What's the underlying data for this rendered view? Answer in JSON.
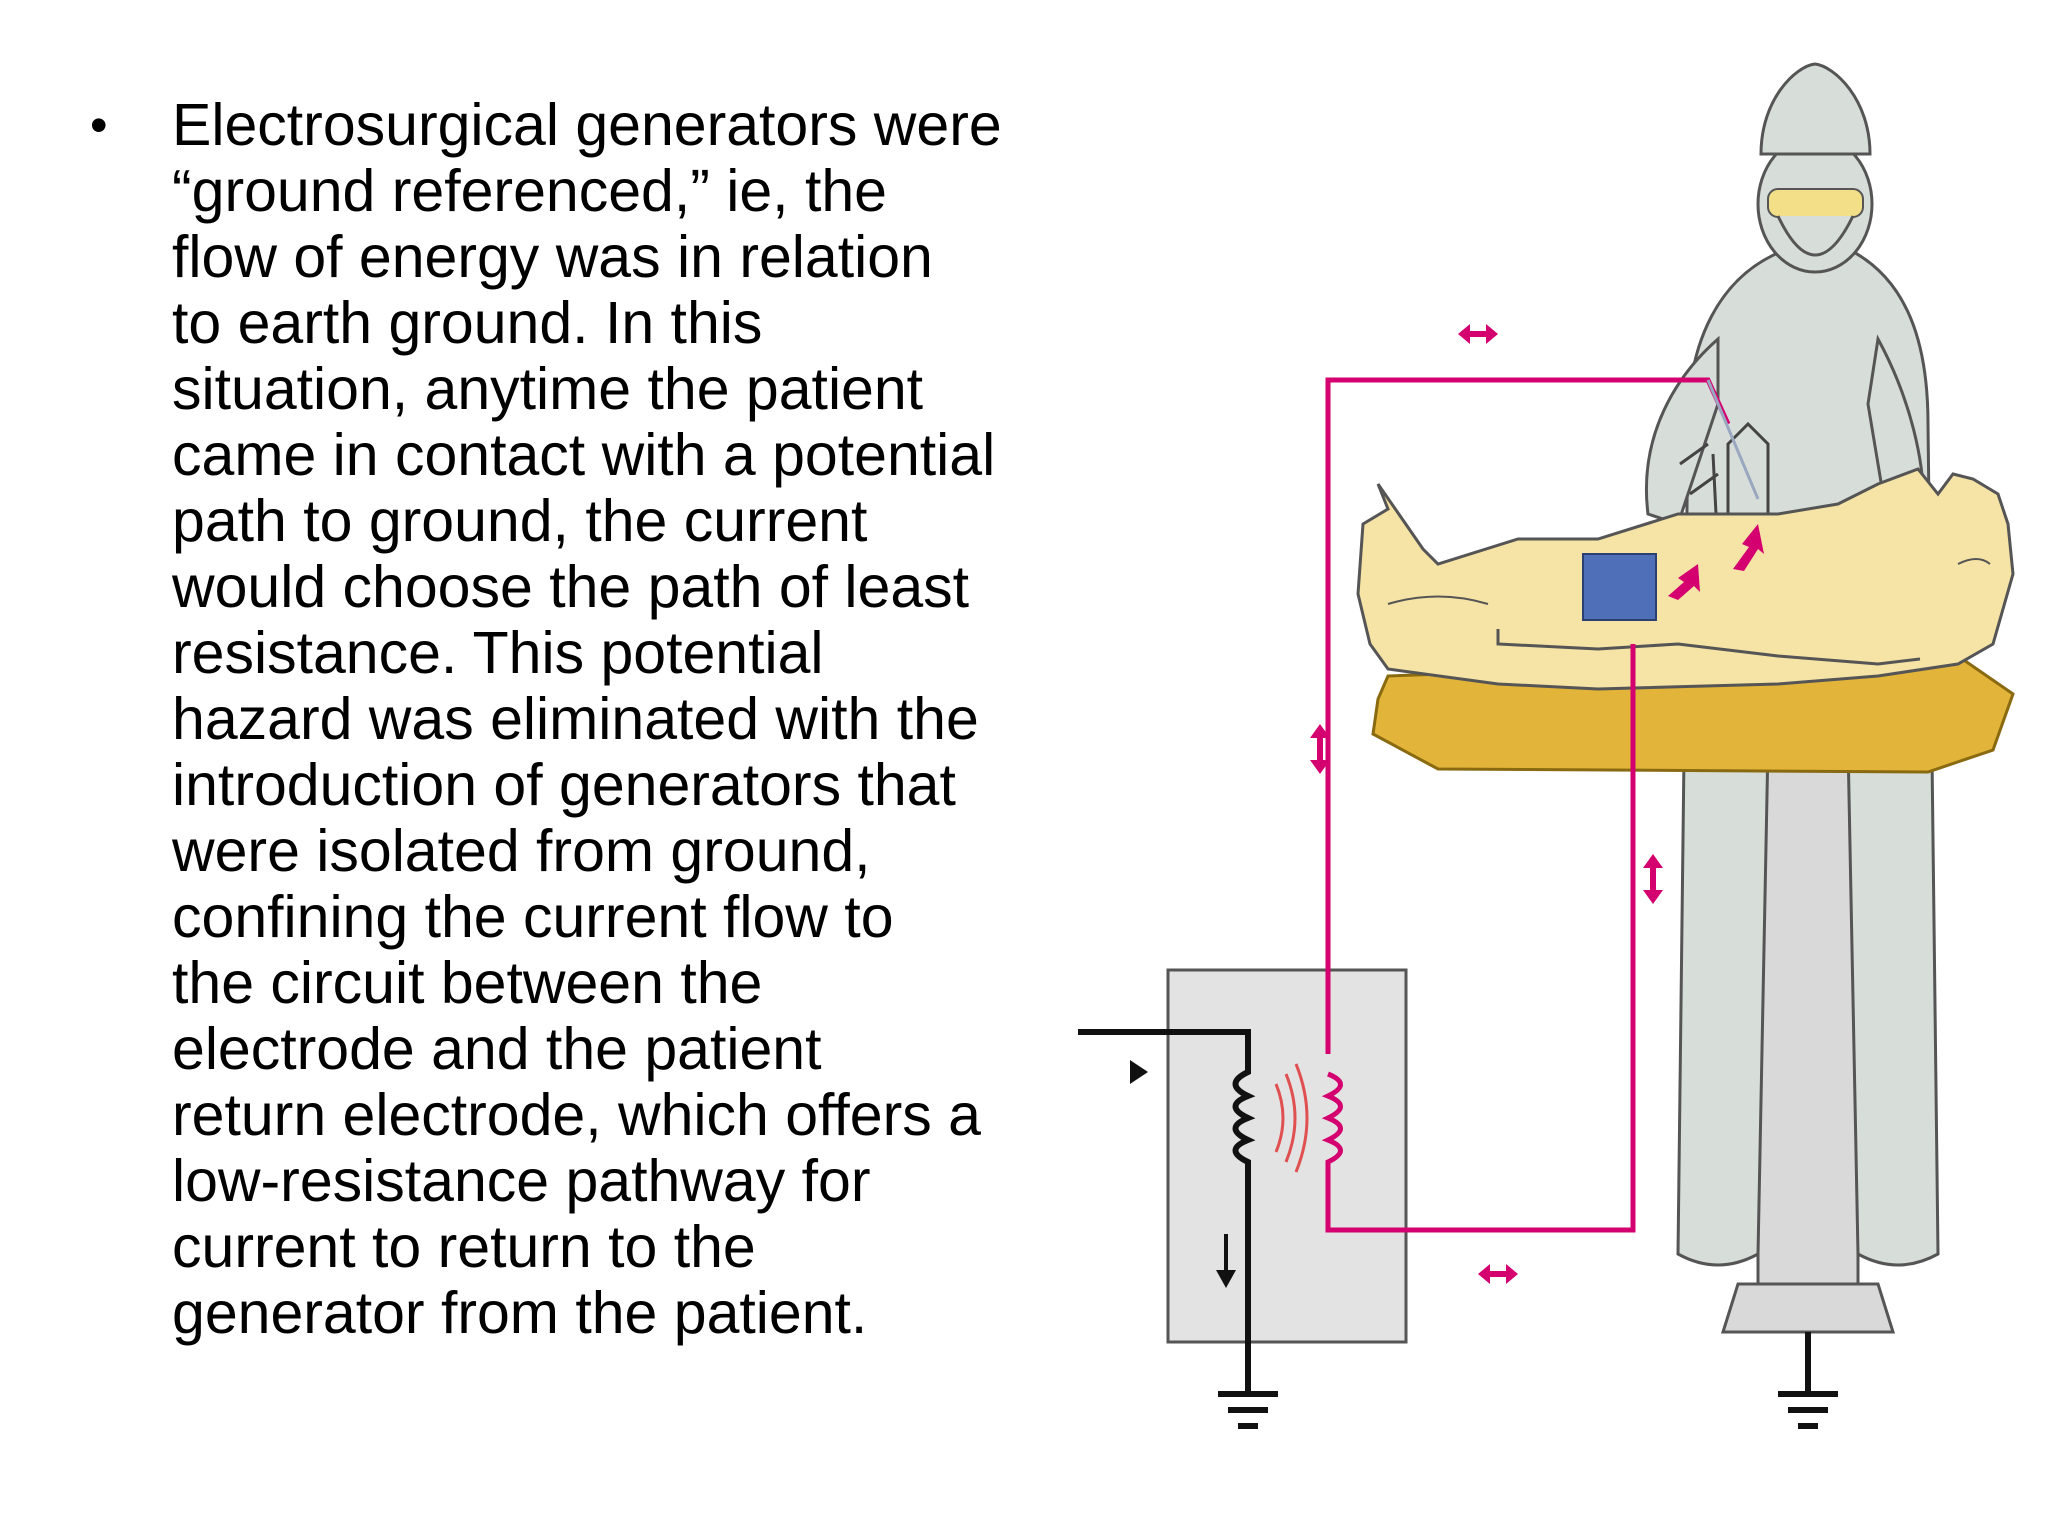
{
  "slide": {
    "bullet_lines": [
      "Electrosurgical generators were",
      "“ground referenced,” ie, the",
      "flow of energy was in relation",
      "to earth ground. In this",
      "situation, anytime the patient",
      "came in contact with a potential",
      "path to ground, the current",
      "would choose the path of least",
      "resistance. This potential",
      "hazard was eliminated with the",
      "introduction of generators that",
      "were isolated from ground,",
      "confining the current flow to",
      "the circuit between the",
      "electrode and the patient",
      "return electrode, which offers a",
      "low-resistance pathway for",
      "current to return to the",
      "generator from the patient."
    ],
    "bullet_symbol": "•"
  },
  "figure": {
    "circuit_color": "#d4006f",
    "patient_color": "#f6e3a6",
    "table_color": "#e2b43a",
    "surgeon_color": "#d7ded9",
    "pad_color": "#4f6fb8",
    "generator_box_color": "#e3e3e3"
  }
}
